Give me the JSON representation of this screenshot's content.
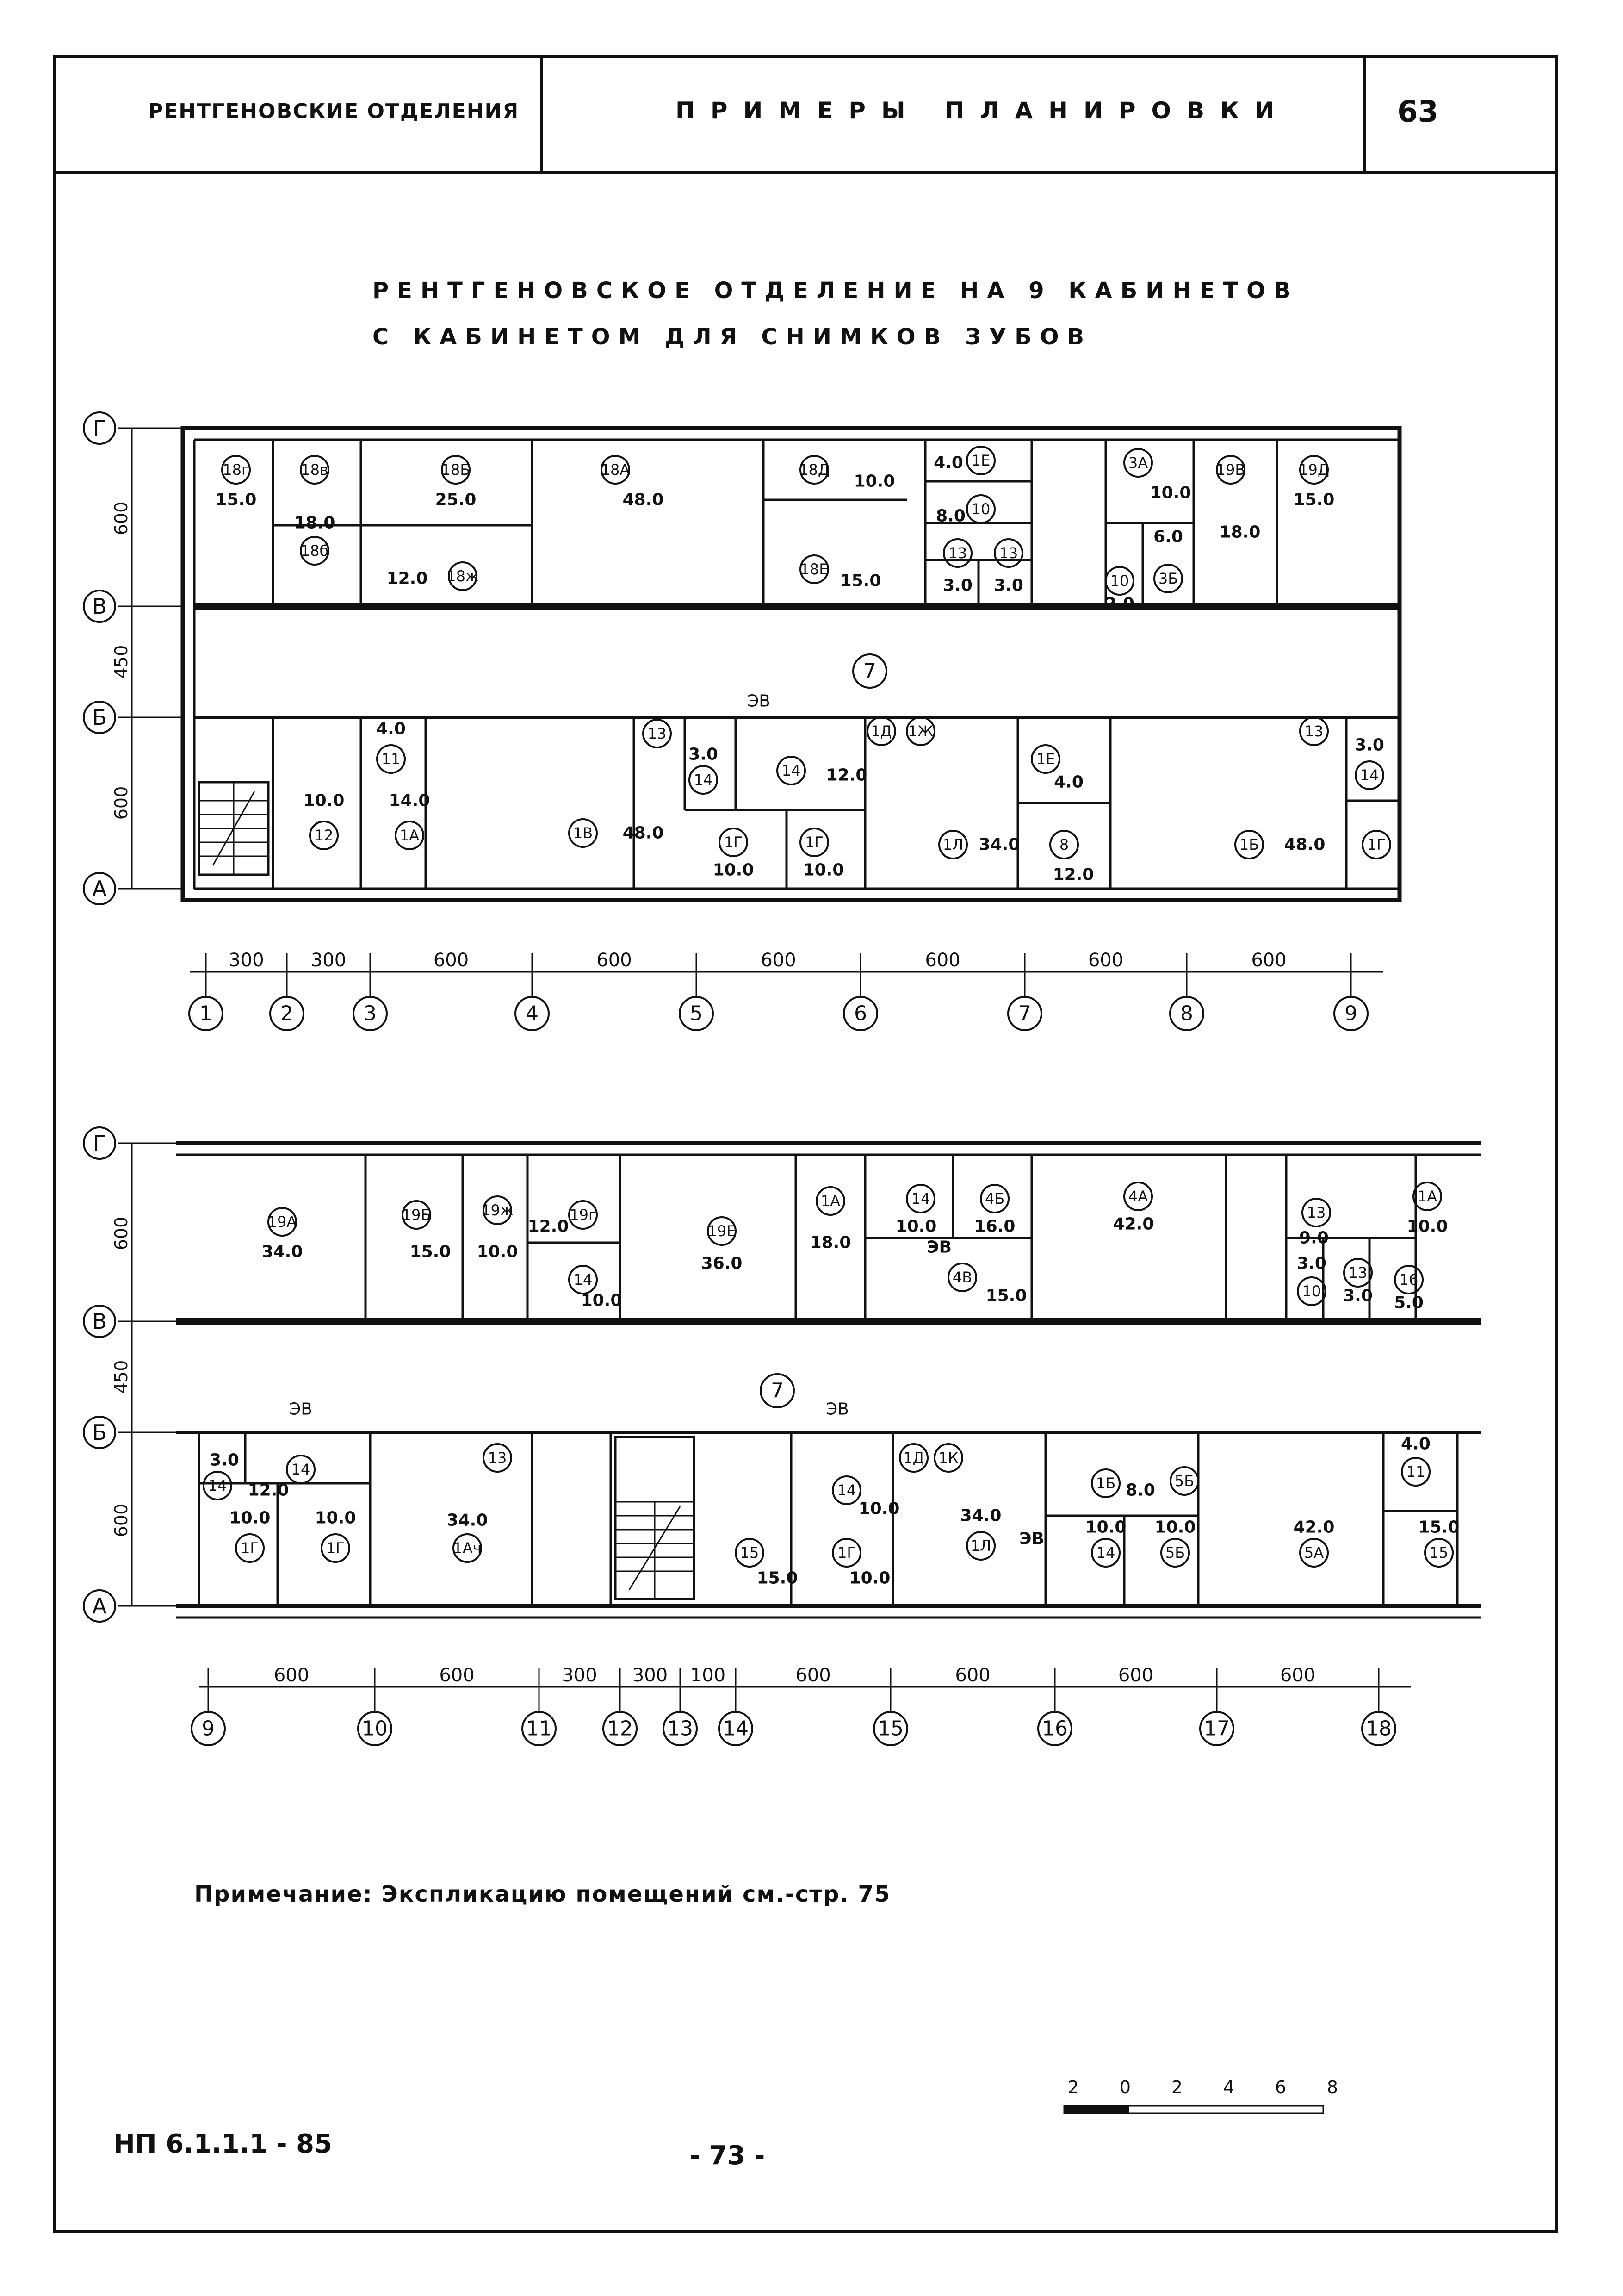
{
  "header": {
    "left": "РЕНТГЕНОВСКИЕ ОТДЕЛЕНИЯ",
    "center": "ПРИМЕРЫ ПЛАНИРОВКИ",
    "sheet_number": "63"
  },
  "title": {
    "line1": "РЕНТГЕНОВСКОЕ ОТДЕЛЕНИЕ НА 9 КАБИНЕТОВ",
    "line2": "С КАБИНЕТОМ ДЛЯ СНИМКОВ ЗУБОВ"
  },
  "axes_rows": [
    "Г",
    "В",
    "Б",
    "А"
  ],
  "row_dims": [
    "600",
    "450",
    "600"
  ],
  "plan1": {
    "column_axes": [
      "1",
      "2",
      "3",
      "4",
      "5",
      "6",
      "7",
      "8",
      "9"
    ],
    "column_dims": [
      "300",
      "300",
      "600",
      "600",
      "600",
      "600",
      "600",
      "600"
    ],
    "corridor_label": "7",
    "labels": {
      "r18g": "18г",
      "a18g": "15.0",
      "r18v": "18в",
      "a18b_top": "18.0",
      "r18b": "18б",
      "r18b2": "18Б",
      "a18b2": "25.0",
      "a18zh": "12.0",
      "r18zh": "18ж",
      "r18a": "18А",
      "a18a": "48.0",
      "r18d": "18Д",
      "a18d": "10.0",
      "r18e": "18Е",
      "a18e": "15.0",
      "a1e": "4.0",
      "r1e": "1Е",
      "a10": "8.0",
      "r10": "10",
      "r13a": "13",
      "r13b": "13",
      "a13a": "3.0",
      "a13b": "3.0",
      "r3a": "3А",
      "a3a": "10.0",
      "a6": "6.0",
      "r10b": "10",
      "r3b": "3Б",
      "a2": "2.0",
      "r19v": "19В",
      "a19v": "18.0",
      "r19d": "19Д",
      "a19d": "15.0",
      "ev": "ЭВ",
      "a11": "4.0",
      "r11": "11",
      "a12": "10.0",
      "r12": "12",
      "a1a": "14.0",
      "r1a": "1А",
      "r1v": "1В",
      "a1v": "48.0",
      "r13c": "13",
      "a3c": "3.0",
      "r14a": "14",
      "r14b": "14",
      "a14b": "12.0",
      "r1g1": "1Г",
      "a1g1": "10.0",
      "r1g2": "1Г",
      "a1g2": "10.0",
      "r1d": "1Д",
      "r1zh": "1Ж",
      "r1l": "1Л",
      "a1l": "34.0",
      "r1e2": "1Е",
      "a1e2": "4.0",
      "r8": "8",
      "a8": "12.0",
      "r1b": "1Б",
      "a1b": "48.0",
      "r13d": "13",
      "a3d": "3.0",
      "r14c": "14",
      "r1g3": "1Г"
    }
  },
  "plan2": {
    "column_axes": [
      "9",
      "10",
      "11",
      "12",
      "13",
      "14",
      "15",
      "16",
      "17",
      "18"
    ],
    "column_dims": [
      "600",
      "600",
      "300",
      "300",
      "100",
      "600",
      "600",
      "600",
      "600"
    ],
    "corridor_label": "7",
    "labels": {
      "r19a": "19А",
      "a19a": "34.0",
      "r19b": "19Б",
      "a19b": "15.0",
      "r19zh": "19ж",
      "a19zh": "10.0",
      "r19g": "19г",
      "a19g_top": "12.0",
      "r14a": "14",
      "a14a": "10.0",
      "r19e": "19Е",
      "a19e": "36.0",
      "r1a": "1А",
      "a1a": "18.0",
      "r14b": "14",
      "a14b": "10.0",
      "r4b": "4Б",
      "a4b": "16.0",
      "ev_top": "ЭВ",
      "r4v": "4В",
      "a4v": "15.0",
      "r4a": "4А",
      "a4a": "42.0",
      "r13a": "13",
      "a13a": "9.0",
      "r1a2": "1А",
      "a1a2": "10.0",
      "a3": "3.0",
      "r10": "10",
      "r13b": "13",
      "a3b": "3.0",
      "r16": "16",
      "a5": "5.0",
      "ev1": "ЭВ",
      "ev2": "ЭВ",
      "a3c": "3.0",
      "r14c": "14",
      "r14d": "14",
      "a12": "12.0",
      "a10a": "10.0",
      "r1g1": "1Г",
      "a10b": "10.0",
      "r1g2": "1Г",
      "r13c": "13",
      "a34a": "34.0",
      "r1ch": "1Ач",
      "r15": "15",
      "a15": "15.0",
      "r14e": "14",
      "a10c": "10.0",
      "r1g3": "1Г",
      "a10d": "10.0",
      "r1z": "1Д",
      "r1k": "1К",
      "a34b": "34.0",
      "r1l": "1Л",
      "ev3": "ЭВ",
      "r16b": "1Б",
      "a8": "8.0",
      "r5b": "5Б",
      "a10e": "10.0",
      "r14f": "14",
      "a10f": "10.0",
      "r5b2": "5Б",
      "a42": "42.0",
      "r5a": "5А",
      "a4": "4.0",
      "r11": "11",
      "a15b": "15.0",
      "r15b": "15"
    }
  },
  "note": "Примечание: Экспликацию помещений см.-стр. 75",
  "scale_bar": {
    "ticks": [
      "2",
      "0",
      "2",
      "4",
      "6",
      "8"
    ]
  },
  "footer": {
    "doc_code": "НП 6.1.1.1 - 85",
    "page": "- 73 -"
  }
}
